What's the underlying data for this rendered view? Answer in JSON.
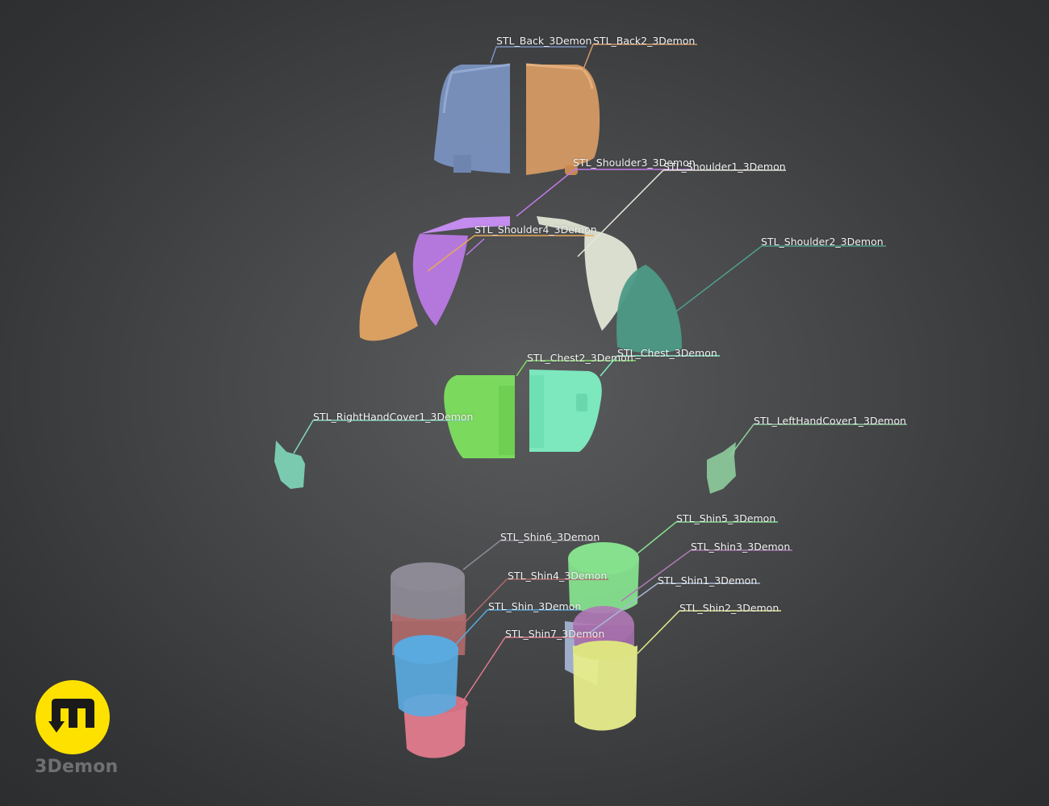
{
  "brand": {
    "name": "3Demon",
    "logo_icon": "3demon-m-logo-icon",
    "logo_color": "#ffe100"
  },
  "parts": [
    {
      "key": "back",
      "label": "STL_Back_3Demon",
      "color": "#7a92c0"
    },
    {
      "key": "back2",
      "label": "STL_Back2_3Demon",
      "color": "#d59a63"
    },
    {
      "key": "shoulder3",
      "label": "STL_Shoulder3_3Demon",
      "color": "#c07ae8"
    },
    {
      "key": "shoulder1",
      "label": "STL_Shoulder1_3Demon",
      "color": "#e6e6dc"
    },
    {
      "key": "shoulder4",
      "label": "STL_Shoulder4_3Demon",
      "color": "#e8a85a"
    },
    {
      "key": "shoulder2",
      "label": "STL_Shoulder2_3Demon",
      "color": "#4fa08c"
    },
    {
      "key": "chest2",
      "label": "STL_Chest2_3Demon",
      "color": "#7fe061"
    },
    {
      "key": "chest",
      "label": "STL_Chest_3Demon",
      "color": "#7ef0c4"
    },
    {
      "key": "righthand",
      "label": "STL_RightHandCover1_3Demon",
      "color": "#82d8ba"
    },
    {
      "key": "lefthand",
      "label": "STL_LeftHandCover1_3Demon",
      "color": "#8ecd9c"
    },
    {
      "key": "shin5",
      "label": "STL_Shin5_3Demon",
      "color": "#86e08d"
    },
    {
      "key": "shin6",
      "label": "STL_Shin6_3Demon",
      "color": "#8d8a95"
    },
    {
      "key": "shin3",
      "label": "STL_Shin3_3Demon",
      "color": "#b07ab5"
    },
    {
      "key": "shin4",
      "label": "STL_Shin4_3Demon",
      "color": "#b06a6a"
    },
    {
      "key": "shin1",
      "label": "STL_Shin1_3Demon",
      "color": "#a8b8d8"
    },
    {
      "key": "shin",
      "label": "STL_Shin_3Demon",
      "color": "#5aaae0"
    },
    {
      "key": "shin2",
      "label": "STL_Shin2_3Demon",
      "color": "#e6ec8a"
    },
    {
      "key": "shin7",
      "label": "STL_Shin7_3Demon",
      "color": "#e07b8c"
    }
  ]
}
